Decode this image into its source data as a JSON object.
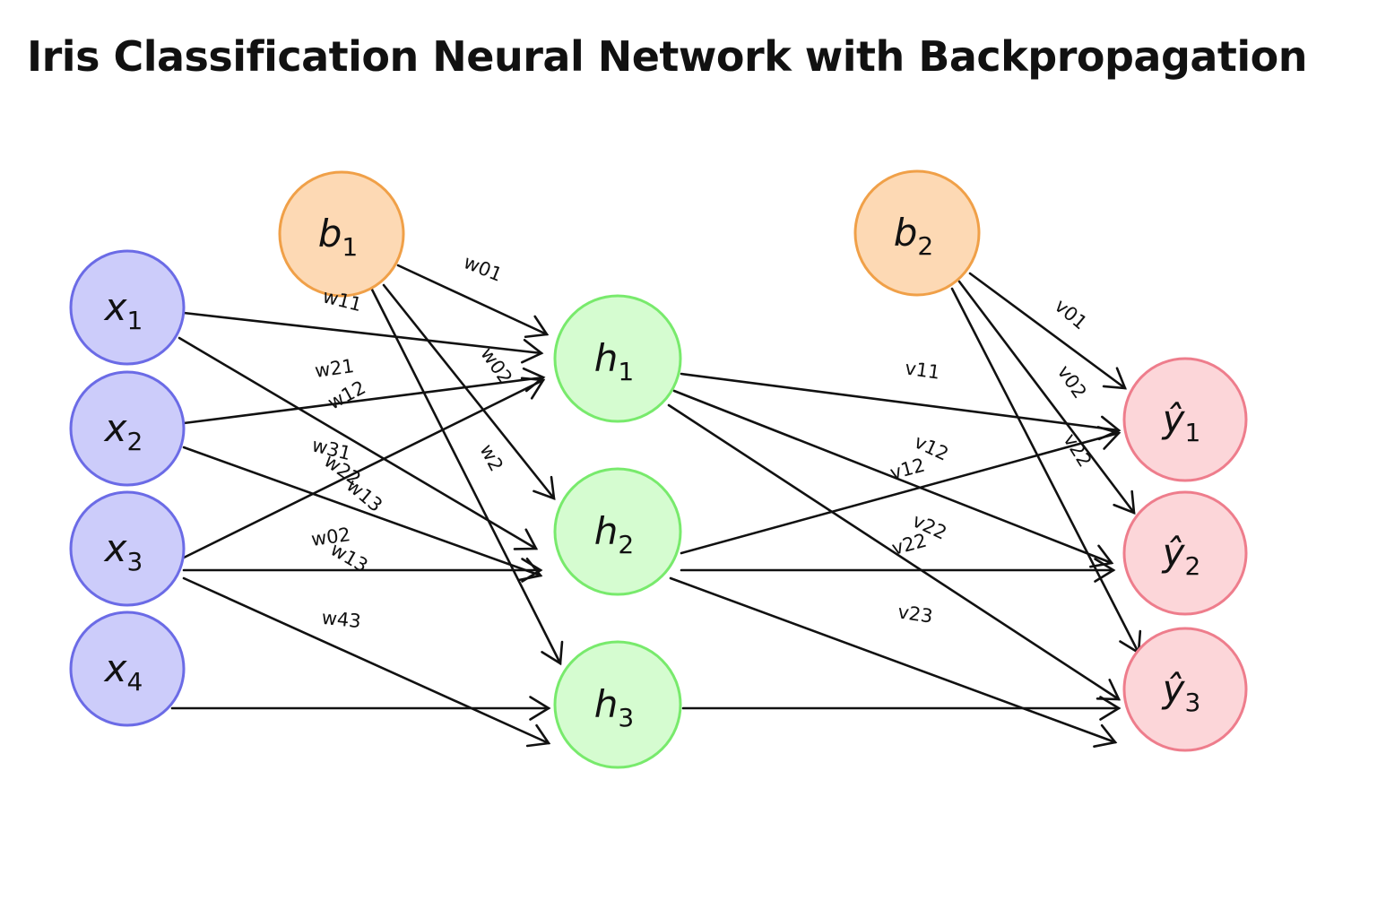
{
  "title": "Iris Classification Neural Network with Backpropagation",
  "colors": {
    "input_fill": "#ccccfa",
    "input_stroke": "#6b6be6",
    "bias_fill": "#fdd9b4",
    "bias_stroke": "#f0a048",
    "hidden_fill": "#d5fcd0",
    "hidden_stroke": "#78ea6c",
    "output_fill": "#fcd6d9",
    "output_stroke": "#ee7d8c",
    "edge": "#111111"
  },
  "nodes": {
    "x1": {
      "base": "x",
      "sub": "1",
      "group": "input"
    },
    "x2": {
      "base": "x",
      "sub": "2",
      "group": "input"
    },
    "x3": {
      "base": "x",
      "sub": "3",
      "group": "input"
    },
    "x4": {
      "base": "x",
      "sub": "4",
      "group": "input"
    },
    "b1": {
      "base": "b",
      "sub": "1",
      "group": "bias"
    },
    "b2": {
      "base": "b",
      "sub": "2",
      "group": "bias"
    },
    "h1": {
      "base": "h",
      "sub": "1",
      "group": "hidden"
    },
    "h2": {
      "base": "h",
      "sub": "2",
      "group": "hidden"
    },
    "h3": {
      "base": "h",
      "sub": "3",
      "group": "hidden"
    },
    "y1": {
      "base": "ŷ",
      "sub": "1",
      "group": "output"
    },
    "y2": {
      "base": "ŷ",
      "sub": "2",
      "group": "output"
    },
    "y3": {
      "base": "ŷ",
      "sub": "3",
      "group": "output"
    }
  },
  "edge_labels": {
    "w01": "w01",
    "w11": "w11",
    "w02_a": "w02",
    "w21": "w21",
    "w12": "w12",
    "w2": "w2",
    "w31": "w31",
    "w22": "w22",
    "w13": "w13",
    "w02_b": "w02",
    "w13_b": "w13",
    "w43": "w43",
    "v01": "v01",
    "v11": "v11",
    "v02": "v02",
    "v12_a": "v12",
    "v12_b": "v12",
    "v22_a": "v22",
    "v22_b": "v22",
    "v22_c": "v22",
    "v23": "v23"
  }
}
